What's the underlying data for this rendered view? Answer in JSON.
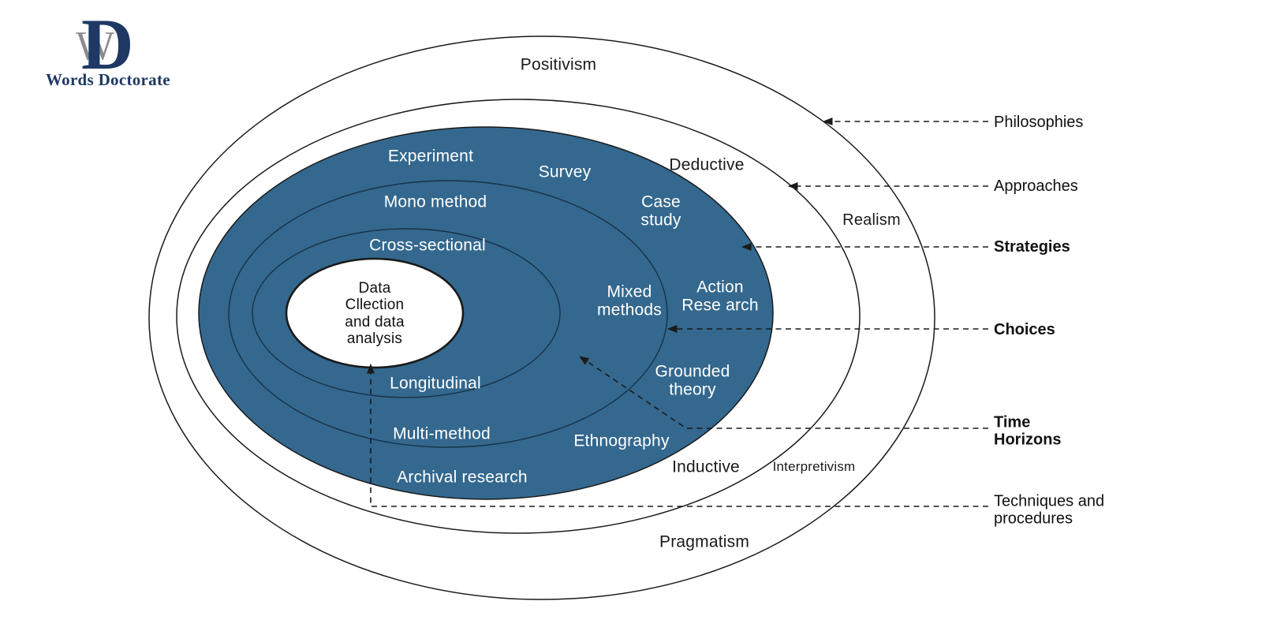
{
  "logo": {
    "monogram_w": "W",
    "monogram_d": "D",
    "name": "Words Doctorate"
  },
  "colors": {
    "onion_blue": "#34688E",
    "logo_navy": "#1F3864",
    "logo_gray": "#8C8C8C",
    "line_black": "#1A1A1A",
    "white_label": "#FFFFFF"
  },
  "diagram": {
    "center": {
      "text": "Data\nCllection\nand data\nanalysis"
    },
    "philosophies": {
      "positivism": "Positivism",
      "realism": "Realism",
      "interpretivism": "Interpretivism",
      "pragmatism": "Pragmatism"
    },
    "approaches": {
      "deductive": "Deductive",
      "inductive": "Inductive"
    },
    "strategies": {
      "experiment": "Experiment",
      "survey": "Survey",
      "case_study": "Case\nstudy",
      "action_research": "Action\nRese arch",
      "grounded_theory": "Grounded\ntheory",
      "ethnography": "Ethnography",
      "archival_research": "Archival research"
    },
    "choices": {
      "mono_method": "Mono method",
      "mixed_methods": "Mixed\nmethods",
      "multi_method": "Multi-method"
    },
    "time_horizons": {
      "cross_sectional": "Cross-sectional",
      "longitudinal": "Longitudinal"
    }
  },
  "callouts": {
    "philosophies": "Philosophies",
    "approaches": "Approaches",
    "strategies": "Strategies",
    "choices": "Choices",
    "time_horizons": "Time\nHorizons",
    "techniques": "Techniques and\nprocedures"
  }
}
